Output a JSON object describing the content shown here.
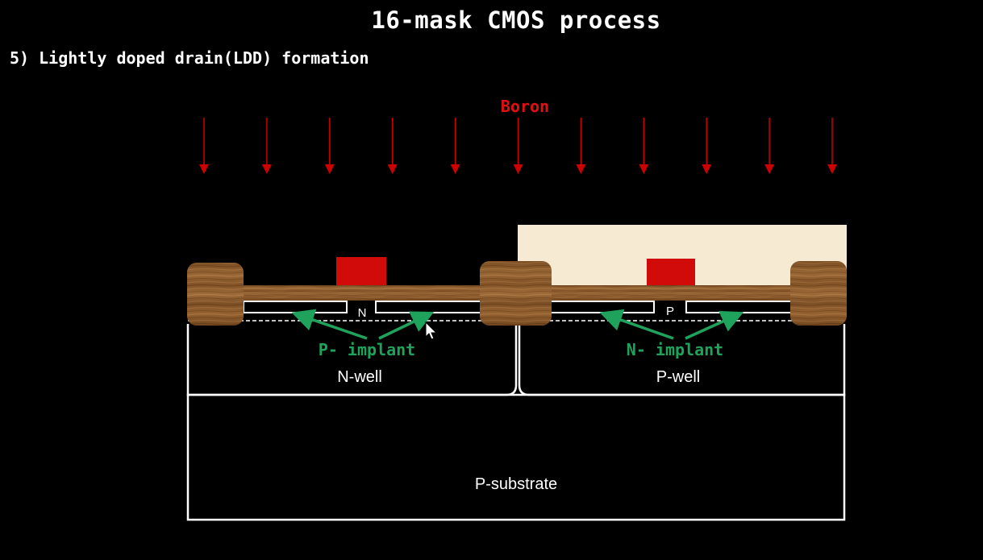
{
  "slide": {
    "title": "16-mask CMOS process",
    "subtitle": "5) Lightly doped drain(LDD) formation"
  },
  "diagram": {
    "dopant_label": "Boron",
    "arrow_count": 11,
    "left_region_label": "N",
    "right_region_label": "P",
    "left_implant_label": "P- implant",
    "right_implant_label": "N- implant",
    "left_well_label": "N-well",
    "right_well_label": "P-well",
    "substrate_label": "P-substrate",
    "colors": {
      "dopant": "#e01010",
      "arrow": "#cc0000",
      "gate": "#d10a0a",
      "implant": "#1fa35c",
      "oxide_wood": "#8a5a2b",
      "photoresist": "#f7ead2",
      "outline": "#ffffff",
      "background": "#000000"
    }
  }
}
